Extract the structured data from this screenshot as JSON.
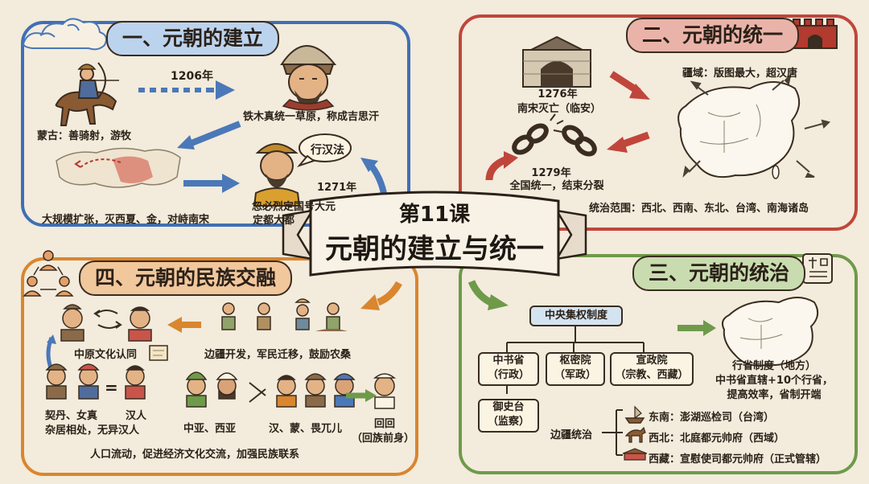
{
  "center": {
    "line1": "第11课",
    "line2": "元朝的建立与统一"
  },
  "s1": {
    "title": "一、元朝的建立",
    "year1206": "1206年",
    "mongol": "蒙古：善骑射，游牧",
    "temujin": "铁木真统一草原，称成吉思汗",
    "expand": "大规模扩张，灭西夏、金，对峙南宋",
    "han_law": "行汉法",
    "year1271": "1271年",
    "kublai_1": "忽必烈定国号大元",
    "kublai_2": "定都大都"
  },
  "s2": {
    "title": "二、元朝的统一",
    "y1276": "1276年",
    "song_fall": "南宋灭亡（临安）",
    "y1279": "1279年",
    "unify": "全国统一，结束分裂",
    "territory": "疆域：版图最大，超汉唐",
    "scope": "统治范围：西北、西南、东北、台湾、南海诸岛"
  },
  "s3": {
    "title": "三、元朝的统治",
    "central": "中央集权制度",
    "zsx": "中书省",
    "zsx_sub": "（行政）",
    "smy": "枢密院",
    "smy_sub": "（军政）",
    "xzy": "宣政院",
    "xzy_sub": "（宗教、西藏）",
    "ysd": "御史台",
    "ysd_sub": "（监察）",
    "province_1": "行省制度（地方）",
    "province_2": "中书省直辖+10个行省，",
    "province_3": "提高效率，省制开端",
    "frontier": "边疆统治",
    "east": "东南：澎湖巡检司（台湾）",
    "northwest": "西北：北庭都元帅府（西域）",
    "tibet": "西藏：宣慰使司都元帅府（正式管辖）"
  },
  "s4": {
    "title": "四、元朝的民族交融",
    "identity": "中原文化认同",
    "frontier_dev": "边疆开发，军民迁移，鼓励农桑",
    "khitan_1": "契丹、女真",
    "khitan_2": "杂居相处，无异汉人",
    "eq": "=",
    "hanren": "汉人",
    "central_asia": "中亚、西亚",
    "ethnic": "汉、蒙、畏兀儿",
    "huihui_1": "回回",
    "huihui_2": "（回族前身）",
    "summary": "人口流动，促进经济文化交流，加强民族联系"
  },
  "colors": {
    "blue": "#3f6fb5",
    "red": "#c0463c",
    "green": "#6e9a4a",
    "orange": "#d9862f"
  }
}
